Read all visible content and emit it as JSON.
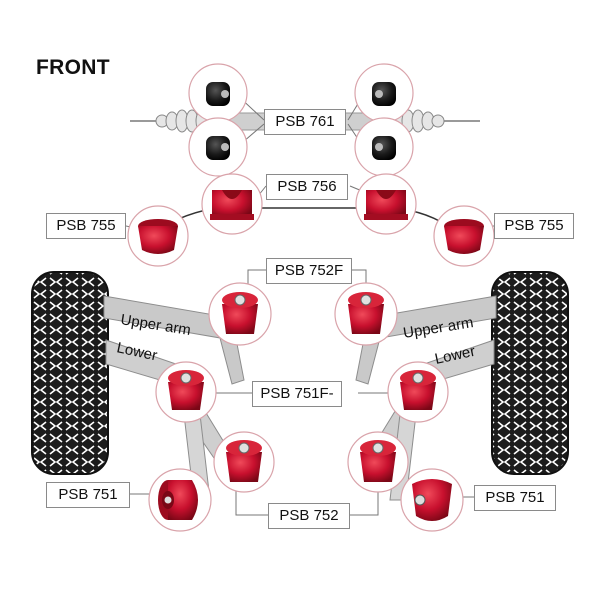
{
  "title": "FRONT",
  "labels": {
    "psb761": "PSB 761",
    "psb756": "PSB 756",
    "psb755_left": "PSB 755",
    "psb755_right": "PSB 755",
    "psb752f": "PSB 752F",
    "psb751f": "PSB 751F-",
    "psb751_left": "PSB 751",
    "psb751_right": "PSB 751",
    "psb752": "PSB 752"
  },
  "arms": {
    "upper_left": "Upper arm",
    "upper_right": "Upper arm",
    "lower_left": "Lower",
    "lower_right": "Lower"
  },
  "colors": {
    "bushing_red": "#c8102e",
    "bushing_dark": "#1a1a1a",
    "circle_outline": "#d9a3aa",
    "arm_grey": "#c9c9c9",
    "tyre": "#1c1c1c"
  }
}
